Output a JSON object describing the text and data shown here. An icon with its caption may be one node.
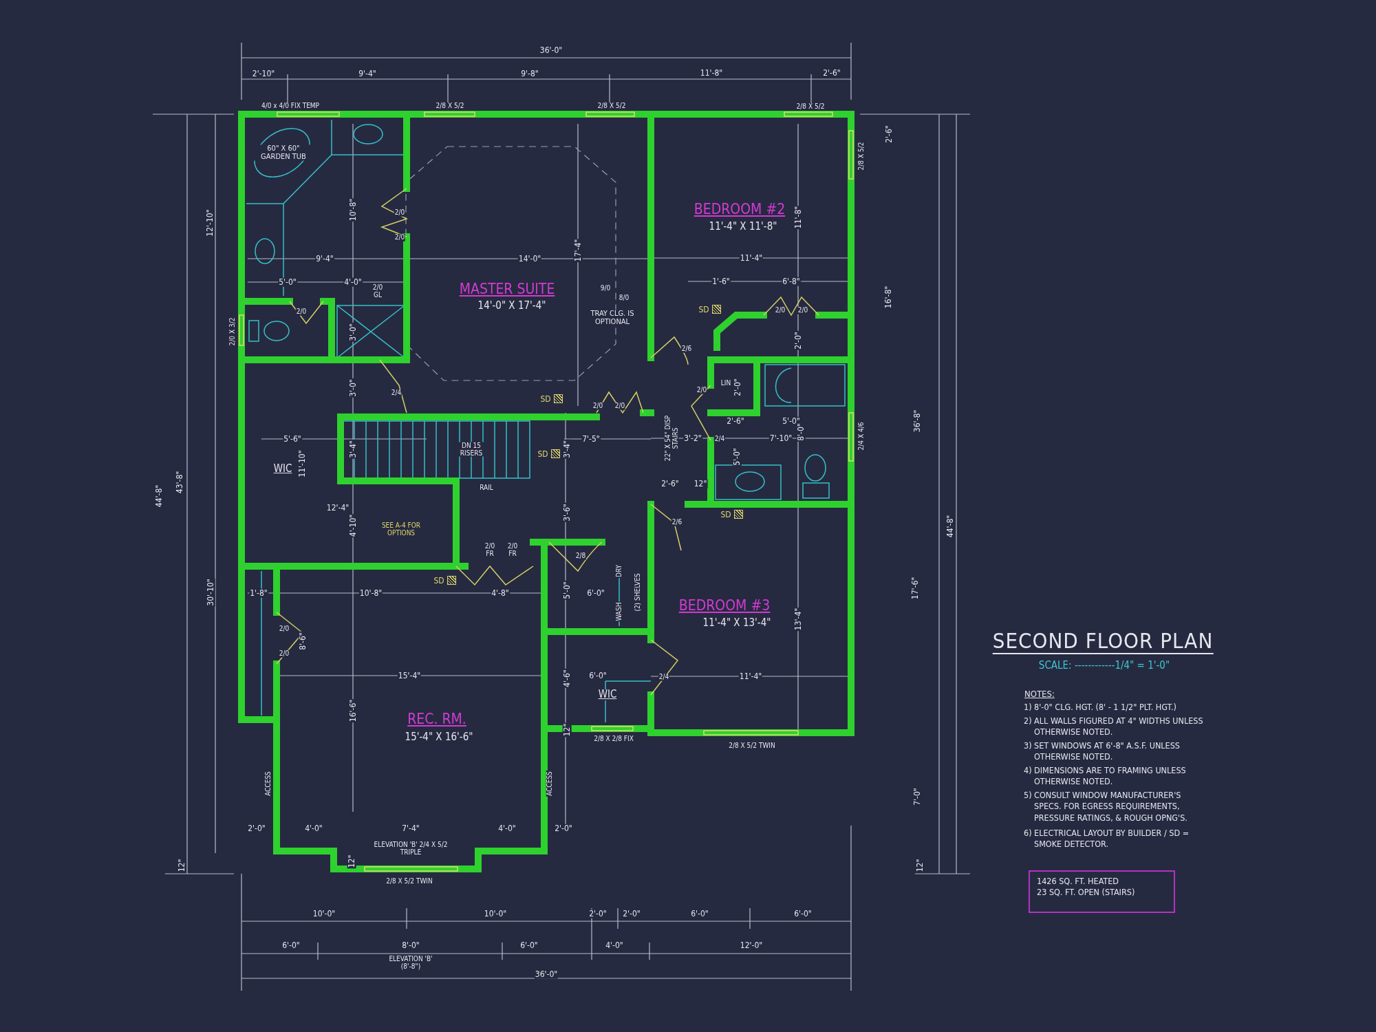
{
  "diagram": {
    "title": "SECOND FLOOR PLAN",
    "nodes": [
      {
        "text": [
          "1426 SQ. FT. HEATED",
          "23 SQ. FT. OPEN (STAIRS)"
        ]
      }
    ],
    "edges": [],
    "labels": [
      "36'-0\"",
      "2'-10\"",
      "9'-4\"",
      "9'-8\"",
      "11'-8\"",
      "2'-6\"",
      "4/0 x 4/0 FIX TEMP",
      "2/8 X 5/2",
      "2/8 X 5/2",
      "2/8 X 5/2",
      "2'-6\"",
      "60\" X 60\" GARDEN TUB",
      "2/8 X 5/2",
      "12'-10\"",
      "10'-8\"",
      "2/0",
      "BEDROOM #2",
      "11'-4\" X 11'-8\"",
      "11'-8\"",
      "2/0",
      "17'-4\"",
      "9'-4\"",
      "14'-0\"",
      "11'-4\"",
      "5'-0\"",
      "4'-0\"",
      "2/0 GL",
      "MASTER SUITE",
      "9/0",
      "1'-6\"",
      "6'-8\"",
      "16'-8\"",
      "2/0",
      "14'-0\" X 17'-4\"",
      "TRAY CLG. IS OPTIONAL",
      "8/0",
      "SD",
      "2/0",
      "2/0",
      "2/0 X 3/2",
      "3'-0\"",
      "2/6",
      "2'-0\"",
      "3'-0\"",
      "2/4",
      "SD",
      "2/0",
      "2/0",
      "2/0",
      "LIN",
      "2'-0\"",
      "2'-6\"",
      "5'-0\"",
      "36'-8\"",
      "5'-6\"",
      "7'-5\"",
      "22\" X 54\" DISP STAIRS",
      "3'-2\"",
      "2/4",
      "7'-10\"",
      "8'-0\"",
      "2/4 X 4/6",
      "3'-4\"",
      "DN 15 RISERS",
      "SD",
      "3'-4\"",
      "5'-0\"",
      "WIC",
      "11'-10\"",
      "43'-8\"",
      "2'-6\"",
      "12\"",
      "RAIL",
      "44'-8\"",
      "12'-4\"",
      "3'-6\"",
      "SD",
      "2/6",
      "4'-10\"",
      "44'-8\"",
      "SEE A-4 FOR OPTIONS",
      "2/0 FR",
      "2/0 FR",
      "2/8",
      "DRY",
      "SD",
      "17'-6\"",
      "1'-8\"",
      "10'-8\"",
      "4'-8\"",
      "5'-0\"",
      "6'-0\"",
      "(2) SHELVES",
      "30'-10\"",
      "BEDROOM #3",
      "WASH",
      "13'-4\"",
      "11'-4\" X 13'-4\"",
      "2/0",
      "8'-6\"",
      "2/0",
      "15'-4\"",
      "6'-0\"",
      "2/4",
      "11'-4\"",
      "4'-6\"",
      "WIC",
      "16'-6\"",
      "REC. RM.",
      "15'-4\" X 16'-6\"",
      "12\"",
      "2/8 X 2/8 FIX",
      "2/8 X 5/2 TWIN",
      "ACCESS",
      "ACCESS",
      "7'-0\"",
      "2'-0\"",
      "4'-0\"",
      "7'-4\"",
      "4'-0\"",
      "2'-0\"",
      "12\"",
      "12\"",
      "ELEVATION 'B' 2/4 X 5/2 TRIPLE",
      "12\"",
      "2/8 X 5/2 TWIN",
      "10'-0\"",
      "10'-0\"",
      "2'-0\"",
      "2'-0\"",
      "6'-0\"",
      "6'-0\"",
      "6'-0\"",
      "8'-0\"",
      "6'-0\"",
      "4'-0\"",
      "12'-0\"",
      "ELEVATION 'B' (8'-8\")",
      "36'-0\"",
      "SCALE: ------------1/4\" = 1'-0\"",
      "NOTES:",
      "1) 8'-0\" CLG. HGT. (8' - 1 1/2\" PLT. HGT.)",
      "2) ALL WALLS FIGURED AT 4\" WIDTHS UNLESS OTHERWISE NOTED.",
      "3) SET WINDOWS AT 6'-8\" A.S.F. UNLESS OTHERWISE NOTED.",
      "4) DIMENSIONS ARE TO FRAMING UNLESS OTHERWISE NOTED.",
      "5) CONSULT WINDOW MANUFACTURER'S SPECS. FOR EGRESS REQUIREMENTS, PRESSURE RATINGS, & ROUGH OPNG'S.",
      "6) ELECTRICAL LAYOUT BY BUILDER / SD = SMOKE DETECTOR."
    ]
  }
}
